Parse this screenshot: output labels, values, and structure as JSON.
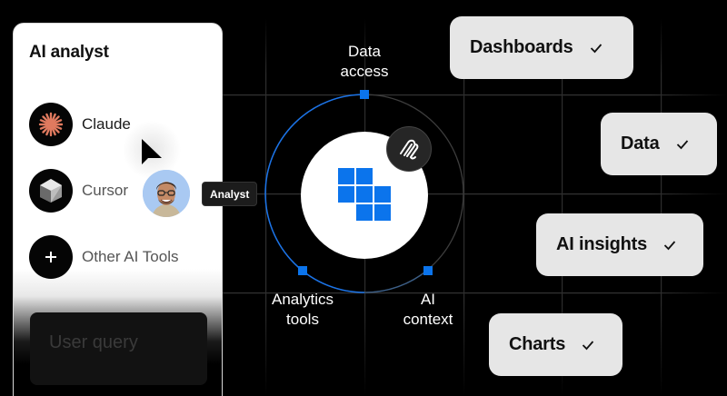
{
  "card": {
    "title": "AI analyst",
    "tools": [
      {
        "label": "Claude",
        "icon": "claude-sunburst-icon",
        "accent": "#e07a5f"
      },
      {
        "label": "Cursor",
        "icon": "cursor-cube-icon"
      },
      {
        "label": "Other AI Tools",
        "icon": "plus-icon"
      }
    ],
    "query_placeholder": "User query"
  },
  "user": {
    "tag": "Analyst",
    "avatar_bg": "#a9c9f2"
  },
  "hub": {
    "nodes": [
      {
        "id": "data-access",
        "label_line1": "Data",
        "label_line2": "access"
      },
      {
        "id": "analytics-tools",
        "label_line1": "Analytics",
        "label_line2": "tools"
      },
      {
        "id": "ai-context",
        "label_line1": "AI",
        "label_line2": "context"
      }
    ],
    "logo_pattern": [
      [
        1,
        1,
        0
      ],
      [
        1,
        1,
        1
      ],
      [
        0,
        1,
        1
      ]
    ],
    "accent": "#0b74ec"
  },
  "outputs": [
    {
      "label": "Dashboards",
      "checked": true
    },
    {
      "label": "Data",
      "checked": true
    },
    {
      "label": "AI insights",
      "checked": true
    },
    {
      "label": "Charts",
      "checked": true
    }
  ]
}
